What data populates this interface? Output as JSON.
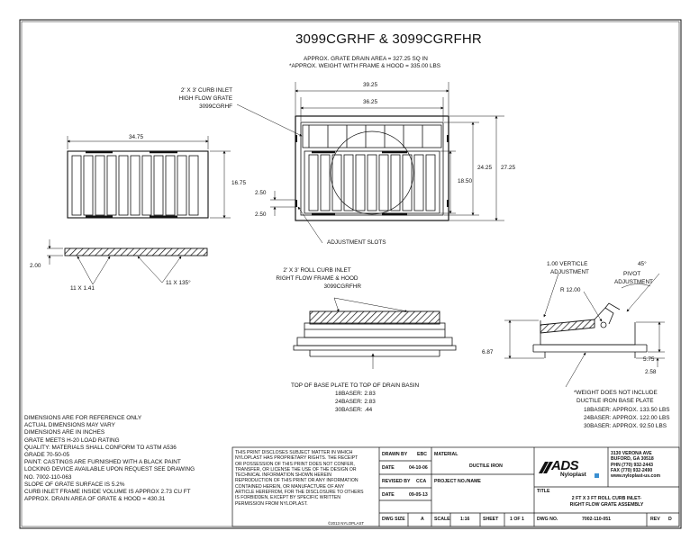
{
  "title": "3099CGRHF & 3099CGRFHR",
  "subtitle": {
    "line1": "APPROX. GRATE DRAIN AREA = 327.25 SQ IN",
    "line2": "*APPROX. WEIGHT WITH FRAME & HOOD  = 335.00 LBS"
  },
  "plan_view": {
    "label": [
      "2' X 3' CURB INLET",
      "HIGH FLOW GRATE",
      "3099CGRHF"
    ],
    "dims": {
      "outer_width": "39.25",
      "inner_width": "36.25",
      "outer_depth": "27.25",
      "depth": "24.25",
      "grate_depth": "18.50",
      "slot_top": "2.50",
      "slot_bottom": "2.50"
    },
    "slots_label": "ADJUSTMENT SLOTS"
  },
  "grate_view": {
    "dims": {
      "width": "34.75",
      "height": "16.75",
      "thickness": "2.00"
    },
    "callout_left": "11 X 1.41",
    "callout_right": "11 X 135°"
  },
  "front_view": {
    "label": [
      "2' X 3' ROLL CURB INLET",
      "RIGHT FLOW FRAME & HOOD",
      "3099CGRFHR"
    ],
    "base_note": [
      "TOP OF BASE PLATE TO TOP OF DRAIN BASIN",
      "18BASER:  2.83",
      "24BASER:  2.83",
      "30BASER:  .44"
    ]
  },
  "side_view": {
    "label_adjust": [
      "1.00 VERTICLE",
      "ADJUSTMENT"
    ],
    "label_angle": "45°",
    "label_pivot": [
      "PIVOT",
      "ADJUSTMENT"
    ],
    "radius": "R 12.00",
    "dims": {
      "height": "6.87",
      "height2": "5.75",
      "base": "2.58"
    },
    "weight_note": [
      "*WEIGHT DOES NOT INCLUDE",
      "DUCTILE IRON BASE PLATE",
      "18BASER:  APPROX. 133.50 LBS",
      "24BASER:  APPROX. 122.00 LBS",
      "30BASER:  APPROX. 92.50 LBS"
    ]
  },
  "notes": [
    "DIMENSIONS ARE FOR REFERENCE ONLY",
    "ACTUAL DIMENSIONS MAY VARY",
    "DIMENSIONS ARE IN INCHES",
    "GRATE MEETS H-20 LOAD RATING",
    "QUALITY:  MATERIALS SHALL CONFORM TO ASTM A536",
    "GRADE 70-50-05",
    "PAINT:  CASTINGS ARE FURNISHED WITH A BLACK PAINT",
    "LOCKING DEVICE AVAILABLE UPON REQUEST SEE DRAWING",
    "NO. 7002-110-063",
    "SLOPE OF GRATE SURFACE IS 5.2%",
    "CURB INLET FRAME INSIDE VOLUME IS APPROX 2.73 CU FT",
    "APPROX. DRAIN AREA OF GRATE & HOOD = 430.31"
  ],
  "title_block": {
    "disclaimer": [
      "THIS PRINT DISCLOSES SUBJECT MATTER IN WHICH",
      "NYLOPLAST HAS PROPRIETARY RIGHTS.  THE RECEIPT",
      "OR POSSESSION OF THIS PRINT DOES NOT CONFER,",
      "TRANSFER, OR LICENSE THE USE OF THE DESIGN OR",
      "TECHNICAL INFORMATION SHOWN HEREIN",
      "REPRODUCTION OF THIS PRINT OR ANY INFORMATION",
      "CONTAINED HEREIN, OR MANUFACTURE OF ANY",
      "ARTICLE HEREFROM, FOR THE DISCLOSURE TO OTHERS",
      "IS FORBIDDEN, EXCEPT BY SPECIFIC WRITTEN",
      "PERMISSION FROM NYLOPLAST."
    ],
    "copyright": "©2013 NYLOPLAST",
    "drawn_by_label": "DRAWN BY",
    "drawn_by": "EBC",
    "date_label": "DATE",
    "date": "04-10-06",
    "revised_by_label": "REVISED BY",
    "revised_by": "CCA",
    "date2_label": "DATE",
    "date2": "09-05-13",
    "dwg_size_label": "DWG SIZE",
    "dwg_size": "A",
    "scale_label": "SCALE",
    "scale": "1:16",
    "sheet_label": "SHEET",
    "sheet": "1 OF 1",
    "material_label": "MATERIAL",
    "material": "DUCTILE IRON",
    "project_label": "PROJECT NO./NAME",
    "logo_ads": "ADS",
    "logo_nyloplast": "Nyloplast",
    "address": [
      "3130 VERONA AVE",
      "BUFORD, GA 30518",
      "PHN (770) 932-2443",
      "FAX (770) 932-2490",
      "www.nyloplast-us.com"
    ],
    "title_label": "TITLE",
    "title_lines": [
      "2 FT X 3 FT ROLL CURB INLET-",
      "RIGHT FLOW GRATE ASSEMBLY"
    ],
    "dwg_no_label": "DWG NO.",
    "dwg_no": "7002-110-051",
    "rev_label": "REV",
    "rev": "D"
  }
}
